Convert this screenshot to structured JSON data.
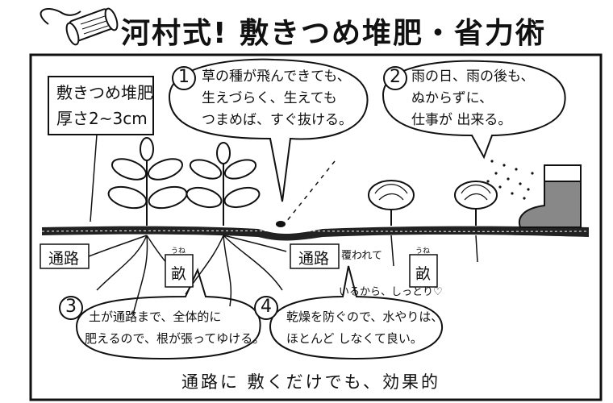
{
  "title": "河村式! 敷きつめ堆肥・省力術",
  "compost_box": {
    "line1": "敷きつめ堆肥",
    "line2": "厚さ2~3cm"
  },
  "bubbles": [
    {
      "number": "1",
      "lines": [
        "草の種が飛んできても、",
        "生えづらく、生えても",
        "つまめば、すぐ抜ける。"
      ]
    },
    {
      "number": "2",
      "lines": [
        "雨の日、雨の後も、",
        "ぬからずに、",
        "仕事が 出来る。"
      ]
    },
    {
      "number": "3",
      "lines": [
        "土が通路まで、全体的に",
        "肥えるので、根が張ってゆける。"
      ]
    },
    {
      "number": "4",
      "lines": [
        "乾燥を防ぐので、水やりは、",
        "ほとんど しなくて良い。"
      ]
    }
  ],
  "labels": {
    "path": "通路",
    "ridge": "畝",
    "ridge_ruby": "うね",
    "moist_line1": "覆われて",
    "moist_line2": "いるから、しっとり♡"
  },
  "footer": "通路に 敷くだけでも、効果的"
}
